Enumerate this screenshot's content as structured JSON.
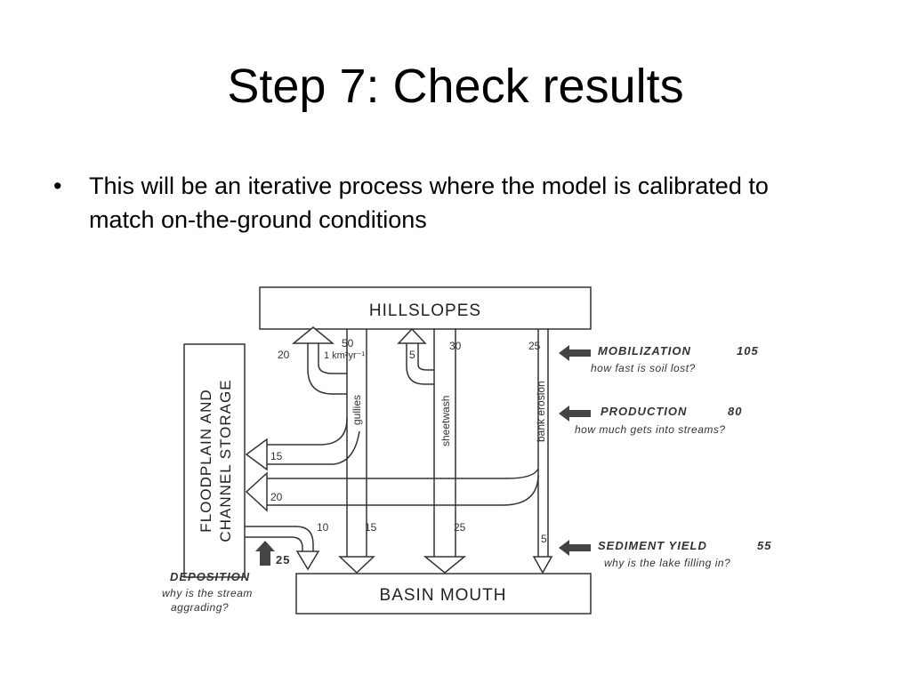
{
  "slide": {
    "title": "Step 7: Check results",
    "bullet_symbol": "•",
    "bullet": "This will be an iterative process where the model is calibrated to match on-the-ground conditions"
  },
  "diagram": {
    "top_box": "HILLSLOPES",
    "bottom_box": "BASIN MOUTH",
    "storage_box_line1": "FLOODPLAIN AND",
    "storage_box_line2": "CHANNEL STORAGE",
    "path_labels": {
      "gullies": "gullies",
      "sheetwash": "sheetwash",
      "bank_erosion": "bank erosion"
    },
    "values": {
      "gullies_return": "20",
      "gullies_total": "50",
      "area_unit": "1 km²yr⁻¹",
      "sheetwash_return": "5",
      "sheetwash_total": "30",
      "bank_total": "25",
      "gully_to_storage": "15",
      "bank_to_storage": "20",
      "storage_to_mouth": "10",
      "gullies_to_mouth": "15",
      "sheetwash_to_mouth": "25",
      "bank_to_mouth": "5",
      "deposition_value": "25"
    },
    "annotations": {
      "mobilization": {
        "label": "MOBILIZATION",
        "value": "105",
        "question": "how fast is soil lost?"
      },
      "production": {
        "label": "PRODUCTION",
        "value": "80",
        "question": "how much gets into streams?"
      },
      "sediment_yield": {
        "label": "SEDIMENT YIELD",
        "value": "55",
        "question": "why is the lake filling in?"
      },
      "deposition": {
        "label": "DEPOSITION",
        "question_line1": "why is the stream",
        "question_line2": "aggrading?"
      }
    },
    "colors": {
      "line": "#333333",
      "arrow_fill": "#555555",
      "deposition_arrow": "#333333"
    }
  }
}
